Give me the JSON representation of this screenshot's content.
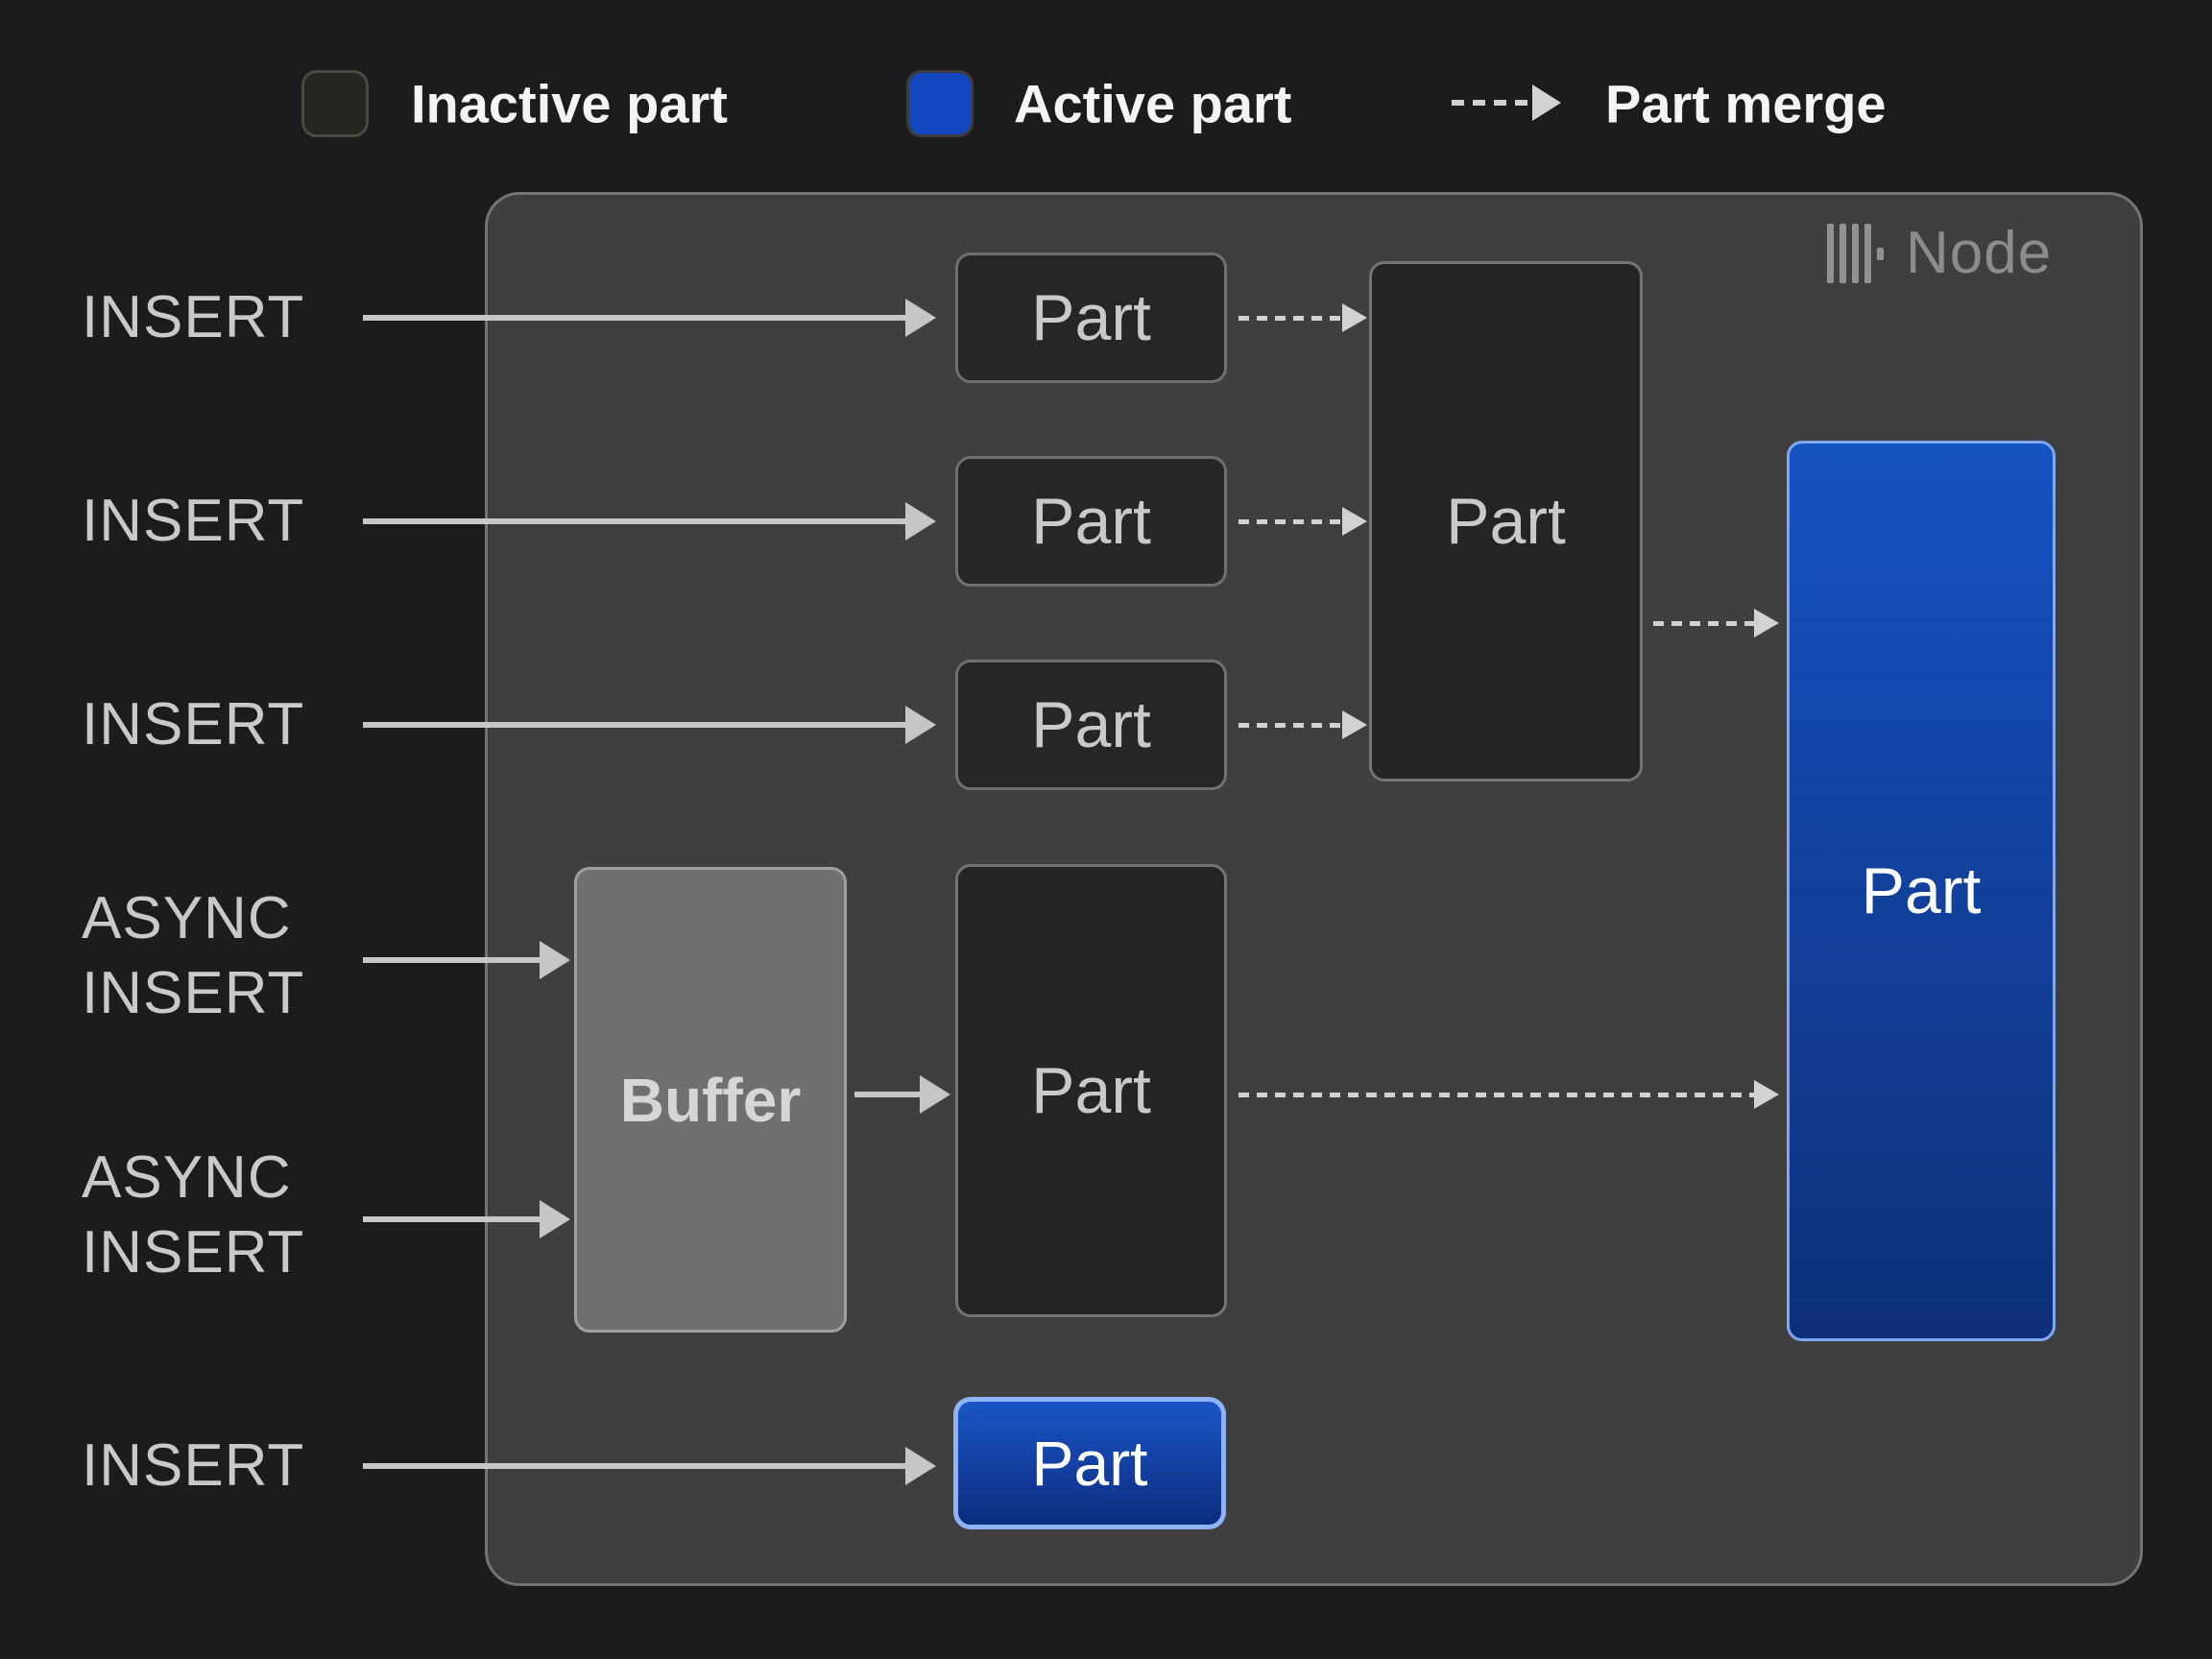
{
  "legend": {
    "inactive": {
      "label": "Inactive part"
    },
    "active": {
      "label": "Active part"
    },
    "merge": {
      "label": "Part merge"
    }
  },
  "node": {
    "title": "Node",
    "icon": "clickhouse-bars-icon"
  },
  "sources": [
    {
      "label": "INSERT"
    },
    {
      "label": "INSERT"
    },
    {
      "label": "INSERT"
    },
    {
      "label": "ASYNC\nINSERT"
    },
    {
      "label": "ASYNC\nINSERT"
    },
    {
      "label": "INSERT"
    }
  ],
  "boxes": {
    "small_parts": [
      {
        "label": "Part"
      },
      {
        "label": "Part"
      },
      {
        "label": "Part"
      }
    ],
    "merged_part": {
      "label": "Part"
    },
    "active_part": {
      "label": "Part"
    },
    "buffer": {
      "label": "Buffer"
    },
    "async_part": {
      "label": "Part"
    },
    "bottom_active_part": {
      "label": "Part"
    }
  },
  "colors": {
    "background": "#1c1c1e",
    "node_fill": "#3f3f3f",
    "inactive_part_fill": "#262626",
    "buffer_fill": "#707070",
    "active_blue_top": "#1552c2",
    "active_blue_bottom": "#0e3078",
    "active_swatch": "#1447bf",
    "arrow_gray": "#c6c6c6",
    "label_gray": "#c9c9c9",
    "node_label_gray": "#8c8c8c"
  }
}
